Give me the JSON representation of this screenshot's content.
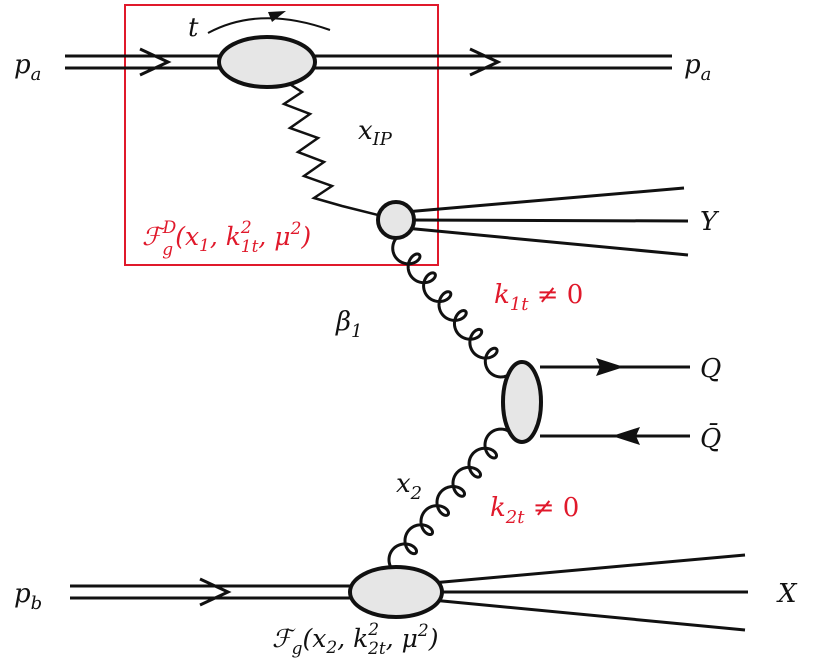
{
  "colors": {
    "ink": "#111111",
    "accent": "#e0192b",
    "blob_fill": "#e6e6e6"
  },
  "labels": {
    "pa_left": {
      "base": "p",
      "sub": "a"
    },
    "pa_right": {
      "base": "p",
      "sub": "a"
    },
    "t": "t",
    "xip": {
      "base": "x",
      "sub": "IP"
    },
    "Y": "Y",
    "FgD": {
      "F": "ℱ",
      "sub": "g",
      "sup": "D",
      "open": "(x",
      "x_sub": "1",
      "mid": ", k",
      "k_sup": "2",
      "k_sub": "1t",
      "tail": ", μ",
      "mu_sup": "2",
      "close": ")"
    },
    "beta1": {
      "base": "β",
      "sub": "1"
    },
    "k1t": {
      "base": "k",
      "sub": "1t",
      "rel": " ≠ 0"
    },
    "Q": "Q",
    "Qbar": "Q̄",
    "x2": {
      "base": "x",
      "sub": "2"
    },
    "k2t": {
      "base": "k",
      "sub": "2t",
      "rel": " ≠ 0"
    },
    "pb": {
      "base": "p",
      "sub": "b"
    },
    "X": "X",
    "Fg": {
      "F": "ℱ",
      "sub": "g",
      "open": "(x",
      "x_sub": "2",
      "mid": ", k",
      "k_sup": "2",
      "k_sub": "2t",
      "tail": ", μ",
      "mu_sup": "2",
      "close": ")"
    }
  }
}
